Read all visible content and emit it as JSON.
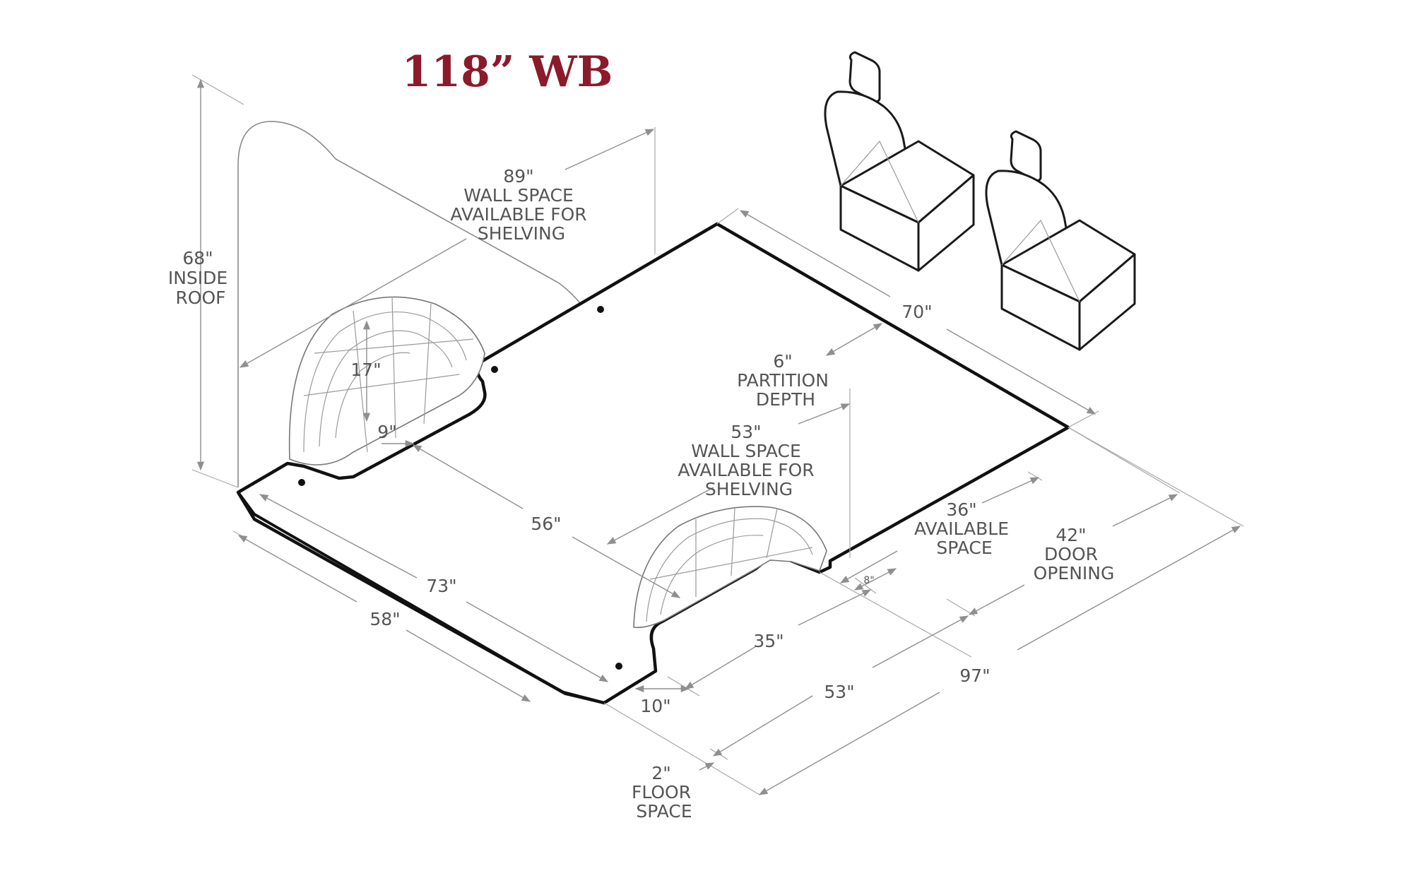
{
  "title": "118” WB",
  "dimensions": {
    "inside_roof": [
      "68\"",
      "INSIDE",
      "ROOF"
    ],
    "wall_space_rear": [
      "89\"",
      "WALL SPACE",
      "AVAILABLE FOR",
      "SHELVING"
    ],
    "wheel_well_height": "17\"",
    "wheel_well_depth": "9\"",
    "floor_width_between_wells": "56\"",
    "floor_width_front": "73\"",
    "floor_width_rear": "58\"",
    "floor_length_front": "70\"",
    "partition_depth": [
      "6\"",
      "PARTITION",
      "DEPTH"
    ],
    "wall_space_side": [
      "53\"",
      "WALL SPACE",
      "AVAILABLE FOR",
      "SHELVING"
    ],
    "available_space": [
      "36\"",
      "AVAILABLE",
      "SPACE"
    ],
    "door_opening": [
      "42\"",
      "DOOR",
      "OPENING"
    ],
    "small_gap": "8\"",
    "behind_well_length": "35\"",
    "rear_gap": "10\"",
    "floor_length_mid": "53\"",
    "floor_length_total": "97\"",
    "floor_space": [
      "2\"",
      "FLOOR",
      "SPACE"
    ]
  },
  "colors": {
    "title": "#8b1a2b",
    "lines": "#111111",
    "dimension_lines": "#8f8f8f"
  }
}
